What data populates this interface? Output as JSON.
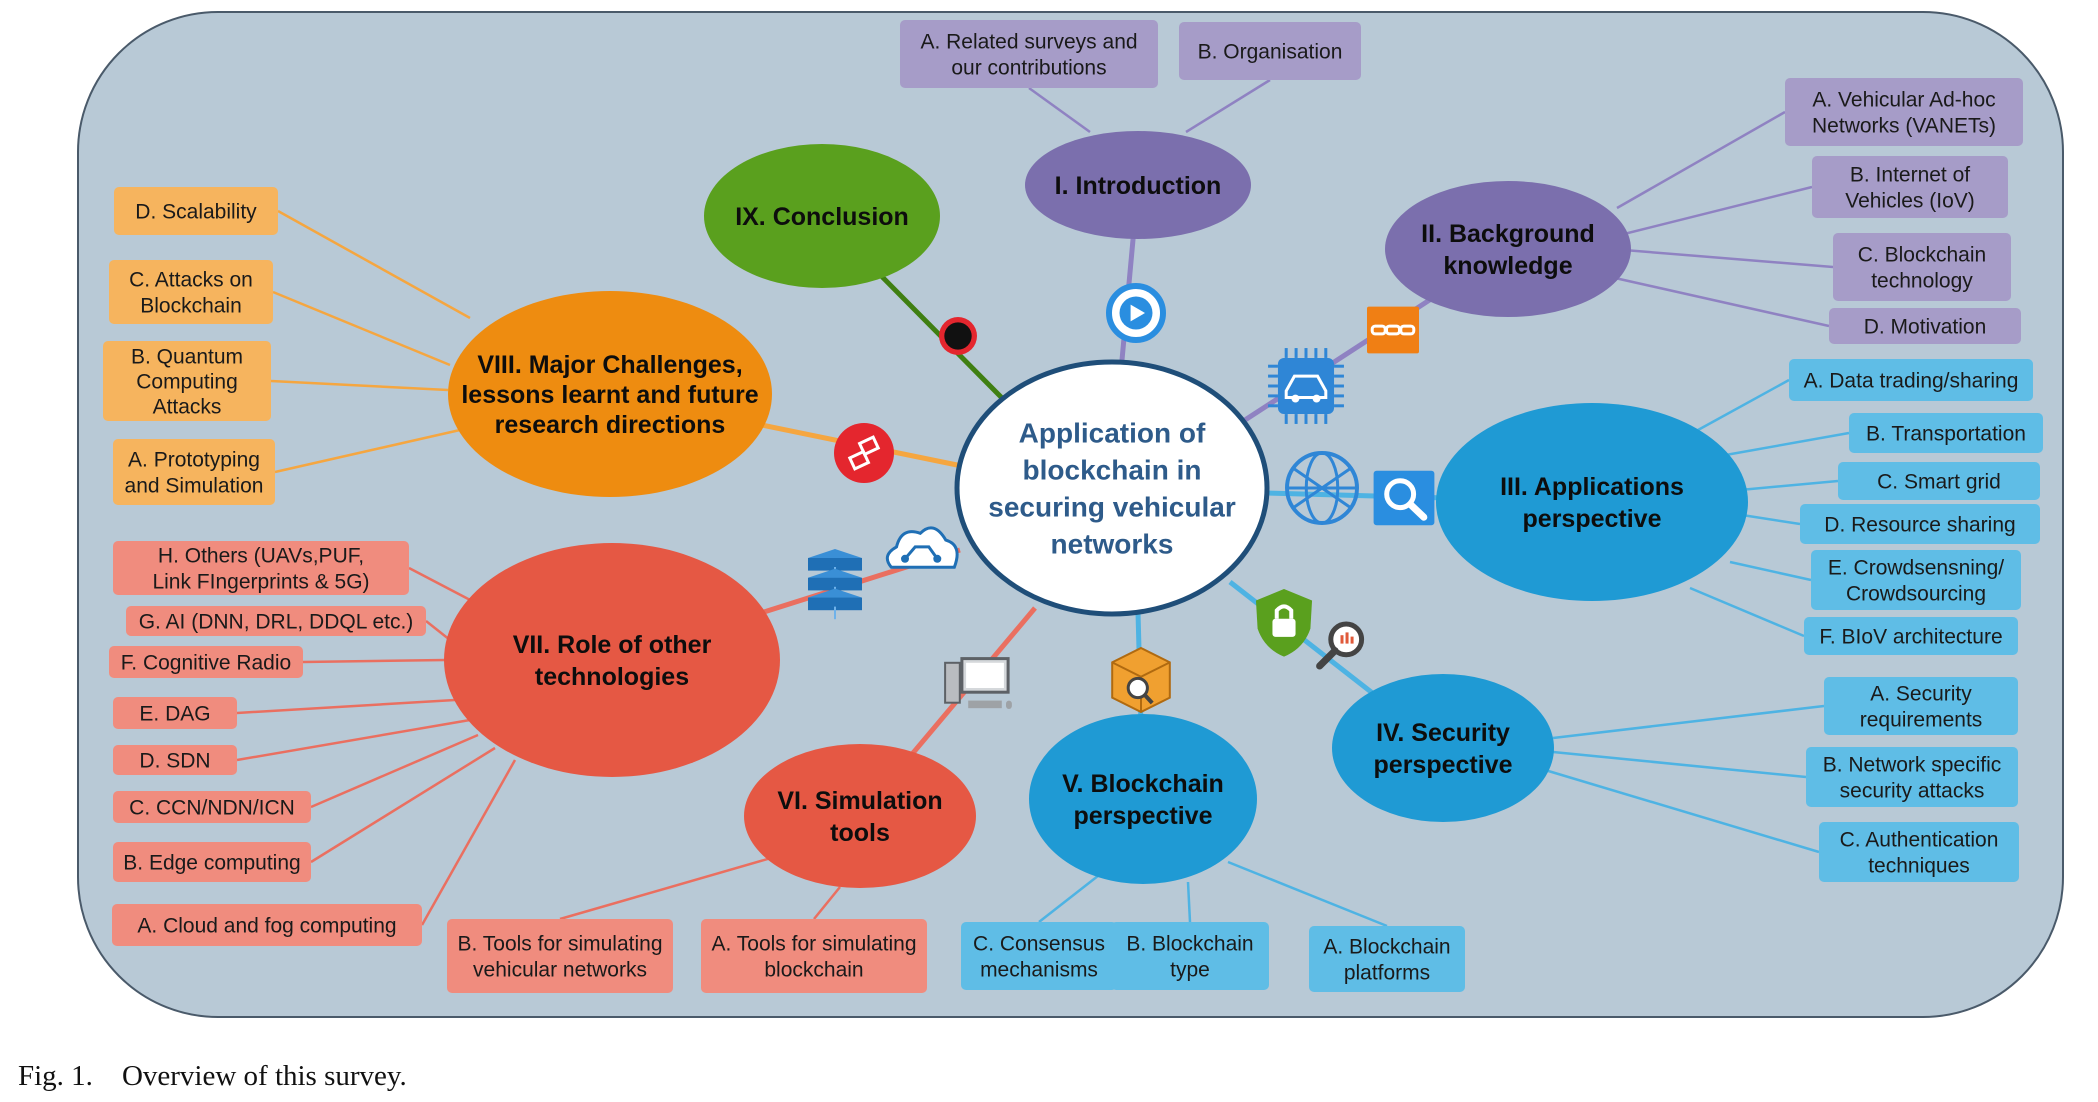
{
  "center": {
    "label": "Application of\nblockchain in\nsecuring vehicular\nnetworks",
    "fill": "#ffffff",
    "stroke": "#1f4e79",
    "text_color": "#2e5b8a"
  },
  "caption": {
    "number": "Fig. 1.",
    "text": "Overview of this survey."
  },
  "colors": {
    "background": "#b8c9d6",
    "purple_node": "#7b6fad",
    "purple_box": "#a69cc8",
    "green_node": "#5aa01e",
    "orange_node": "#ee8c10",
    "orange_box": "#f6b45e",
    "red_node": "#e55844",
    "red_box": "#f08c7e",
    "blue_node": "#1f9ad4",
    "blue_box": "#5fbde6"
  },
  "icons": [
    "play-icon",
    "chain-link-icon",
    "car-chip-icon",
    "network-globe-icon",
    "magnifier-icon",
    "shield-lock-icon",
    "analytics-magnifier-icon",
    "blockchain-cube-icon",
    "computer-icon",
    "cloud-circuit-icon",
    "database-blocks-icon",
    "blockchain-links-icon",
    "record-dot-icon"
  ],
  "branches": [
    {
      "id": "introduction",
      "label": "I. Introduction",
      "color": "purple",
      "children": [
        "A. Related surveys and\nour contributions",
        "B. Organisation"
      ]
    },
    {
      "id": "background",
      "label": "II. Background\nknowledge",
      "color": "purple",
      "children": [
        "A. Vehicular Ad-hoc\nNetworks (VANETs)",
        "B. Internet of\nVehicles (IoV)",
        "C. Blockchain\ntechnology",
        "D. Motivation"
      ]
    },
    {
      "id": "applications",
      "label": "III. Applications\nperspective",
      "color": "blue",
      "children": [
        "A. Data trading/sharing",
        "B. Transportation",
        "C. Smart grid",
        "D. Resource sharing",
        "E. Crowdsensning/\nCrowdsourcing",
        "F. BIoV architecture"
      ]
    },
    {
      "id": "security",
      "label": "IV. Security\nperspective",
      "color": "blue",
      "children": [
        "A. Security\nrequirements",
        "B. Network specific\nsecurity attacks",
        "C. Authentication\ntechniques"
      ]
    },
    {
      "id": "blockchain",
      "label": "V. Blockchain\nperspective",
      "color": "blue",
      "children": [
        "C. Consensus\nmechanisms",
        "B. Blockchain\ntype",
        "A. Blockchain\nplatforms"
      ]
    },
    {
      "id": "simulation",
      "label": "VI. Simulation\ntools",
      "color": "red",
      "children": [
        "B. Tools for simulating\nvehicular networks",
        "A. Tools for simulating\nblockchain"
      ]
    },
    {
      "id": "technologies",
      "label": "VII. Role of other\ntechnologies",
      "color": "red",
      "children": [
        "H. Others (UAVs,PUF,\nLink FIngerprints & 5G)",
        "G. AI (DNN, DRL, DDQL etc.)",
        "F. Cognitive Radio",
        "E. DAG",
        "D. SDN",
        "C. CCN/NDN/ICN",
        "B. Edge computing",
        "A. Cloud and fog computing"
      ]
    },
    {
      "id": "challenges",
      "label": "VIII. Major Challenges,\nlessons learnt and future\nresearch directions",
      "color": "orange",
      "children": [
        "D. Scalability",
        "C. Attacks on\nBlockchain",
        "B. Quantum\nComputing\nAttacks",
        "A. Prototyping\nand Simulation"
      ]
    },
    {
      "id": "conclusion",
      "label": "IX. Conclusion",
      "color": "green",
      "children": []
    }
  ]
}
